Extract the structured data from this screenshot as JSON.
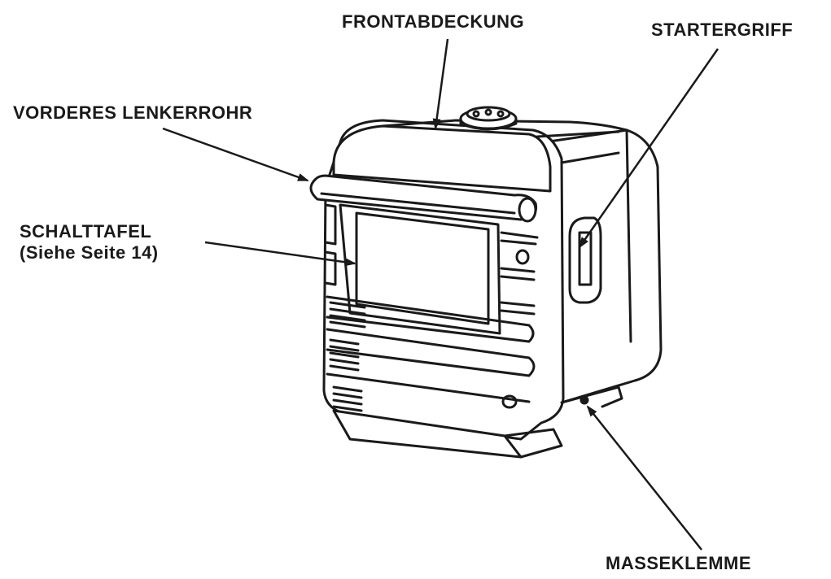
{
  "labels": {
    "front_cover": "FRONTABDECKUNG",
    "starter_grip": "STARTERGRIFF",
    "front_handle_tube": "VORDERES LENKERROHR",
    "control_panel": "SCHALTTAFEL",
    "control_panel_ref": "(Siehe Seite 14)",
    "ground_terminal": "MASSEKLEMME"
  },
  "colors": {
    "ink": "#1a1a1a",
    "background": "#ffffff"
  }
}
